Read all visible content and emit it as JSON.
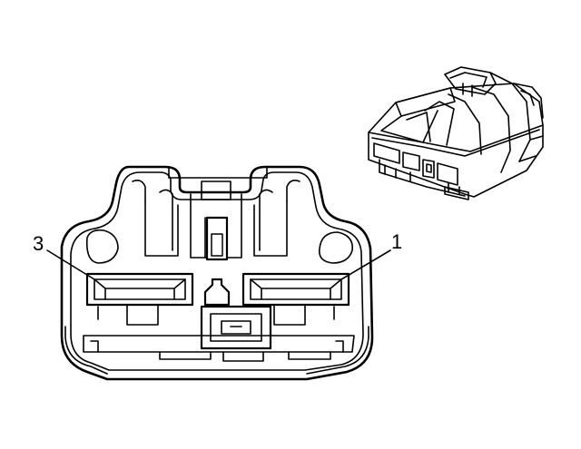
{
  "callouts": {
    "left_label": "3",
    "right_label": "1"
  },
  "icons": [
    "connector-face-view",
    "connector-isometric-view"
  ],
  "colors": {
    "line": "#000000",
    "background": "#ffffff"
  }
}
